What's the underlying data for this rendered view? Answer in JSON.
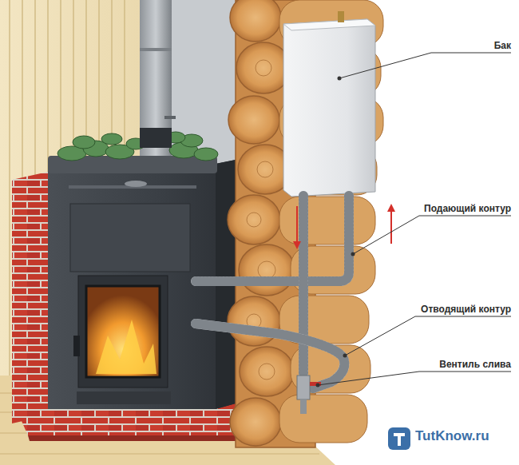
{
  "diagram": {
    "labels": [
      "Бак",
      "Подающий контур",
      "Отводящий контур",
      "Вентиль слива",
      "TutKnow.ru"
    ]
  }
}
